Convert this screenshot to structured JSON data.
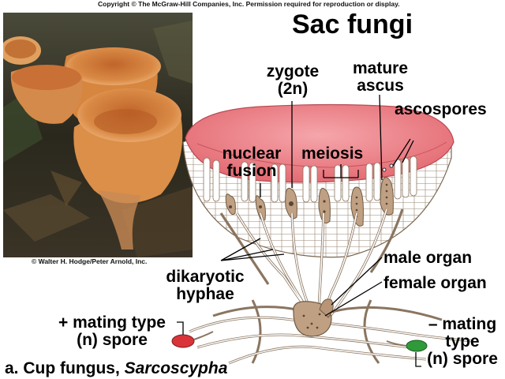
{
  "copyright": "Copyright © The McGraw-Hill Companies, Inc. Permission required for reproduction or display.",
  "title": "Sac fungi",
  "photo_credit": "© Walter H. Hodge/Peter Arnold, Inc.",
  "labels": {
    "zygote": [
      "zygote",
      "(2n)"
    ],
    "mature_ascus": [
      "mature",
      "ascus"
    ],
    "ascospores": "ascospores",
    "nuclear_fusion": [
      "nuclear",
      "fusion"
    ],
    "meiosis": "meiosis",
    "male_organ": "male organ",
    "female_organ": "female organ",
    "dikaryotic_hyphae": [
      "dikaryotic",
      "hyphae"
    ],
    "plus_spore": [
      "+ mating type",
      "(n) spore"
    ],
    "minus_spore": [
      "– mating",
      "type",
      "(n) spore"
    ]
  },
  "caption": {
    "prefix": "a. Cup fungus, ",
    "genus": "Sarcoscypha"
  },
  "colors": {
    "cup_pink": "#e8737a",
    "hyphae_tan": "#bfa58a",
    "plus_spore": "#d9343a",
    "minus_spore": "#2f9a3a",
    "photo_bg": "#2c2a1e",
    "cup_orange": "#d7863f"
  }
}
